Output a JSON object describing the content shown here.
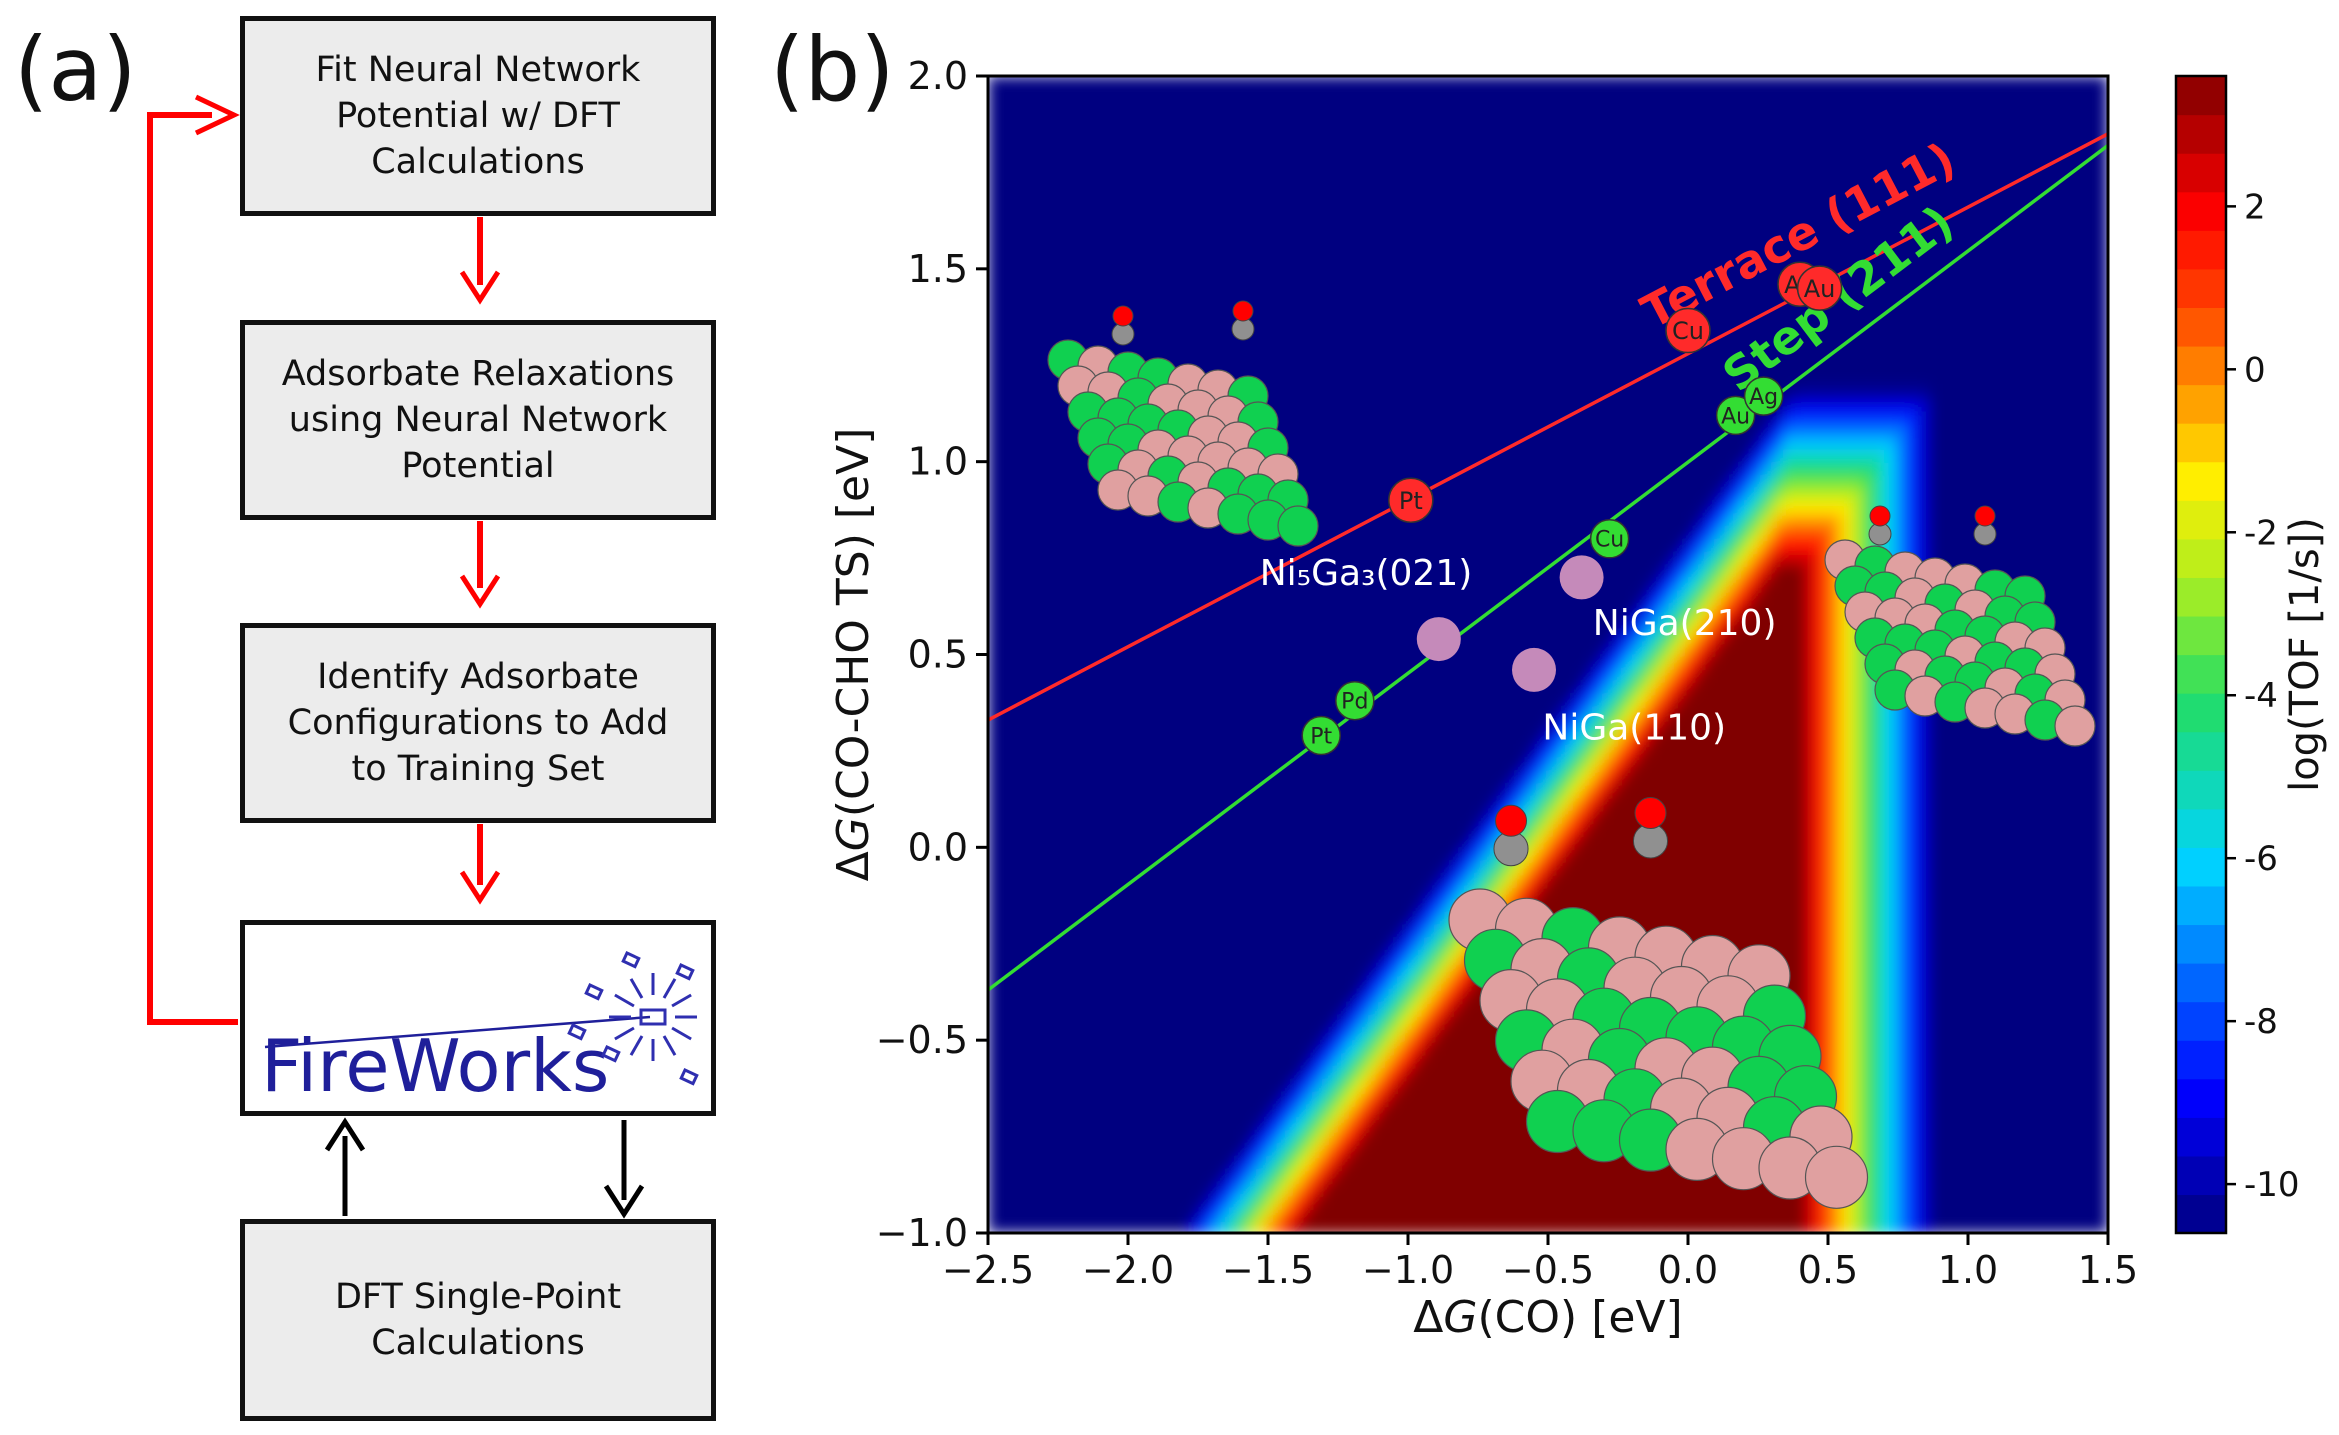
{
  "panel_a": {
    "label": "(a)",
    "steps": [
      {
        "lines": [
          "Fit Neural Network",
          "Potential w/ DFT",
          "Calculations"
        ]
      },
      {
        "lines": [
          "Adsorbate Relaxations",
          "using Neural Network",
          "Potential"
        ]
      },
      {
        "lines": [
          "Identify Adsorbate",
          "Configurations to Add",
          "to Training Set"
        ]
      },
      {
        "logo_text": "FireWorks"
      },
      {
        "lines": [
          "DFT Single-Point",
          "Calculations"
        ]
      }
    ],
    "colors": {
      "flow_arrow": "#ff0000",
      "dft_arrow": "#000000",
      "logo": "#1f1f9a"
    }
  },
  "panel_b": {
    "label": "(b)",
    "chart_data": {
      "type": "heatmap",
      "title": "",
      "xlabel_parts": [
        "Δ",
        "G",
        "(CO) [eV]"
      ],
      "ylabel_parts": [
        "Δ",
        "G",
        "(CO-CHO TS) [eV]"
      ],
      "xlim": [
        -2.5,
        1.5
      ],
      "ylim": [
        -1.0,
        2.0
      ],
      "xticks": [
        -2.5,
        -2.0,
        -1.5,
        -1.0,
        -0.5,
        0.0,
        0.5,
        1.0,
        1.5
      ],
      "xtick_labels": [
        "−2.5",
        "−2.0",
        "−1.5",
        "−1.0",
        "−0.5",
        "0.0",
        "0.5",
        "1.0",
        "1.5"
      ],
      "yticks": [
        -1.0,
        -0.5,
        0.0,
        0.5,
        1.0,
        1.5,
        2.0
      ],
      "ytick_labels": [
        "−1.0",
        "−0.5",
        "0.0",
        "0.5",
        "1.0",
        "1.5",
        "2.0"
      ],
      "colorbar": {
        "label": "log(TOF [1/s])",
        "range": [
          -10.6,
          3.6
        ],
        "ticks": [
          2,
          0,
          -2,
          -4,
          -6,
          -8,
          -10
        ],
        "tick_labels": [
          "2",
          "0",
          "-2",
          "-4",
          "-6",
          "-8",
          "-10"
        ]
      },
      "scaling_lines": [
        {
          "name": "Terrace (111)",
          "color": "#ff2a2a",
          "from": [
            -2.5,
            0.33
          ],
          "to": [
            1.5,
            1.85
          ]
        },
        {
          "name": "Step (211)",
          "color": "#33dd33",
          "from": [
            -2.5,
            -0.37
          ],
          "to": [
            1.5,
            1.82
          ]
        }
      ],
      "terrace_points": [
        {
          "label": "Pt",
          "x": -0.99,
          "y": 0.9
        },
        {
          "label": "Cu",
          "x": 0.0,
          "y": 1.34
        },
        {
          "label": "Ag",
          "x": 0.4,
          "y": 1.46
        },
        {
          "label": "Au",
          "x": 0.47,
          "y": 1.45
        }
      ],
      "step_points": [
        {
          "label": "Pt",
          "x": -1.31,
          "y": 0.29
        },
        {
          "label": "Pd",
          "x": -1.19,
          "y": 0.38
        },
        {
          "label": "Cu",
          "x": -0.28,
          "y": 0.8
        },
        {
          "label": "Au",
          "x": 0.17,
          "y": 1.12
        },
        {
          "label": "Ag",
          "x": 0.27,
          "y": 1.17
        }
      ],
      "alloy_points": [
        {
          "label": "Ni₅Ga₃(021)",
          "x": -0.89,
          "y": 0.54
        },
        {
          "label": "NiGa(210)",
          "x": -0.38,
          "y": 0.7
        },
        {
          "label": "NiGa(110)",
          "x": -0.55,
          "y": 0.46
        }
      ],
      "colors": {
        "terrace_point": "#ff2a2a",
        "step_point": "#33dd33",
        "alloy_point": "#c58aba",
        "label_white": "#ffffff"
      }
    }
  }
}
